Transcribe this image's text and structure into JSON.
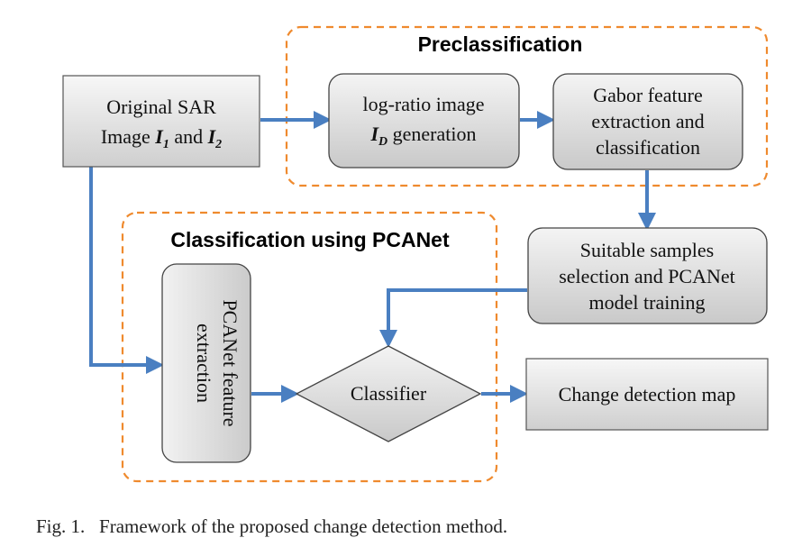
{
  "groups": {
    "preclassification": {
      "title": "Preclassification"
    },
    "classification": {
      "title": "Classification using PCANet"
    }
  },
  "nodes": {
    "sar_image": {
      "line1": "Original SAR",
      "line2_text": "Image ",
      "i1_base": "I",
      "i1_sub": "1",
      "and_text": " and ",
      "i2_base": "I",
      "i2_sub": "2"
    },
    "log_ratio": {
      "line1": "log-ratio image",
      "id_base": "I",
      "id_sub": "D",
      "line2_rest": " generation"
    },
    "gabor": {
      "lines": [
        "Gabor feature",
        "extraction and",
        "classification"
      ]
    },
    "samples": {
      "lines": [
        "Suitable samples",
        "selection and PCANet",
        "model training"
      ]
    },
    "pcanet_feature": {
      "lines": [
        "PCANet feature",
        "extraction"
      ]
    },
    "classifier": {
      "label": "Classifier"
    },
    "change_map": {
      "label": "Change detection map"
    }
  },
  "caption": {
    "label": "Fig. 1.",
    "text": "Framework of the proposed change detection method."
  },
  "colors": {
    "arrow": "#4a7fc1",
    "group_border": "#ef8a2e",
    "node_border": "#444444"
  }
}
